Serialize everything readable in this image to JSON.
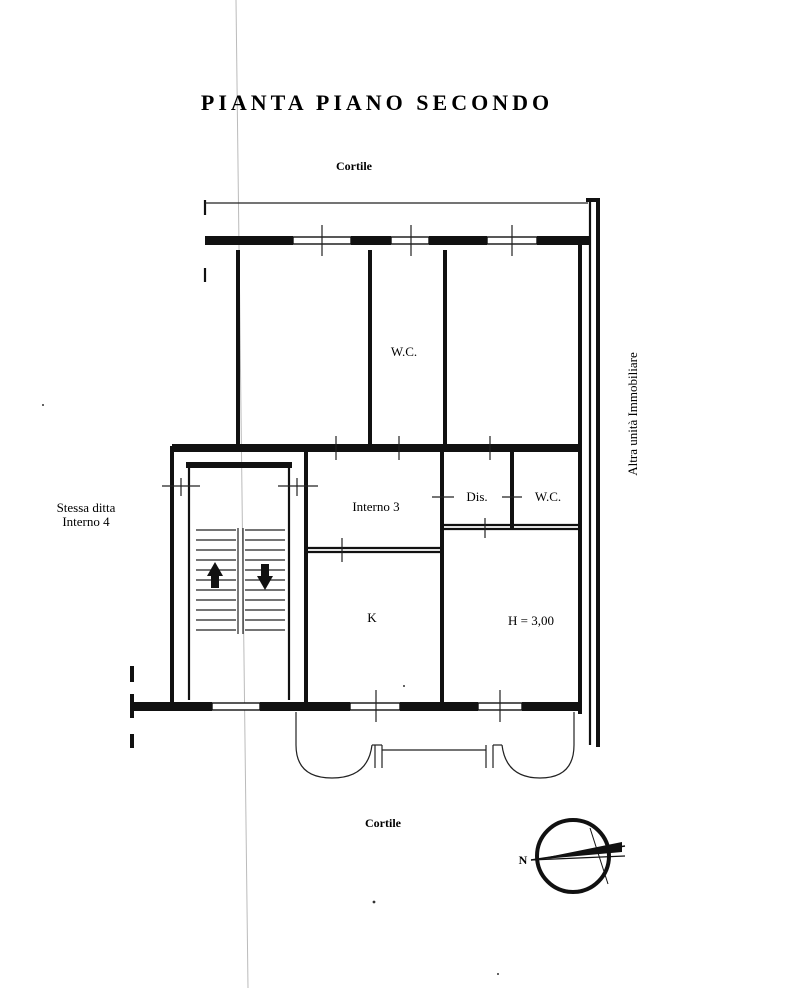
{
  "title": "PIANTA PIANO SECONDO",
  "labels": {
    "courtyard_top": "Cortile",
    "courtyard_bottom": "Cortile",
    "right_side": "Altra unità Immobiliare",
    "left_side_line1": "Stessa ditta",
    "left_side_line2": "Interno 4",
    "unit": "Interno 3",
    "wc_upper": "W.C.",
    "wc_lower": "W.C.",
    "disimpegno": "Dis.",
    "kitchen": "K",
    "height": "H = 3,00",
    "north": "N"
  },
  "icons": {
    "stair_up": "arrow-up-icon",
    "stair_down": "arrow-down-icon",
    "compass": "compass-north-icon"
  }
}
